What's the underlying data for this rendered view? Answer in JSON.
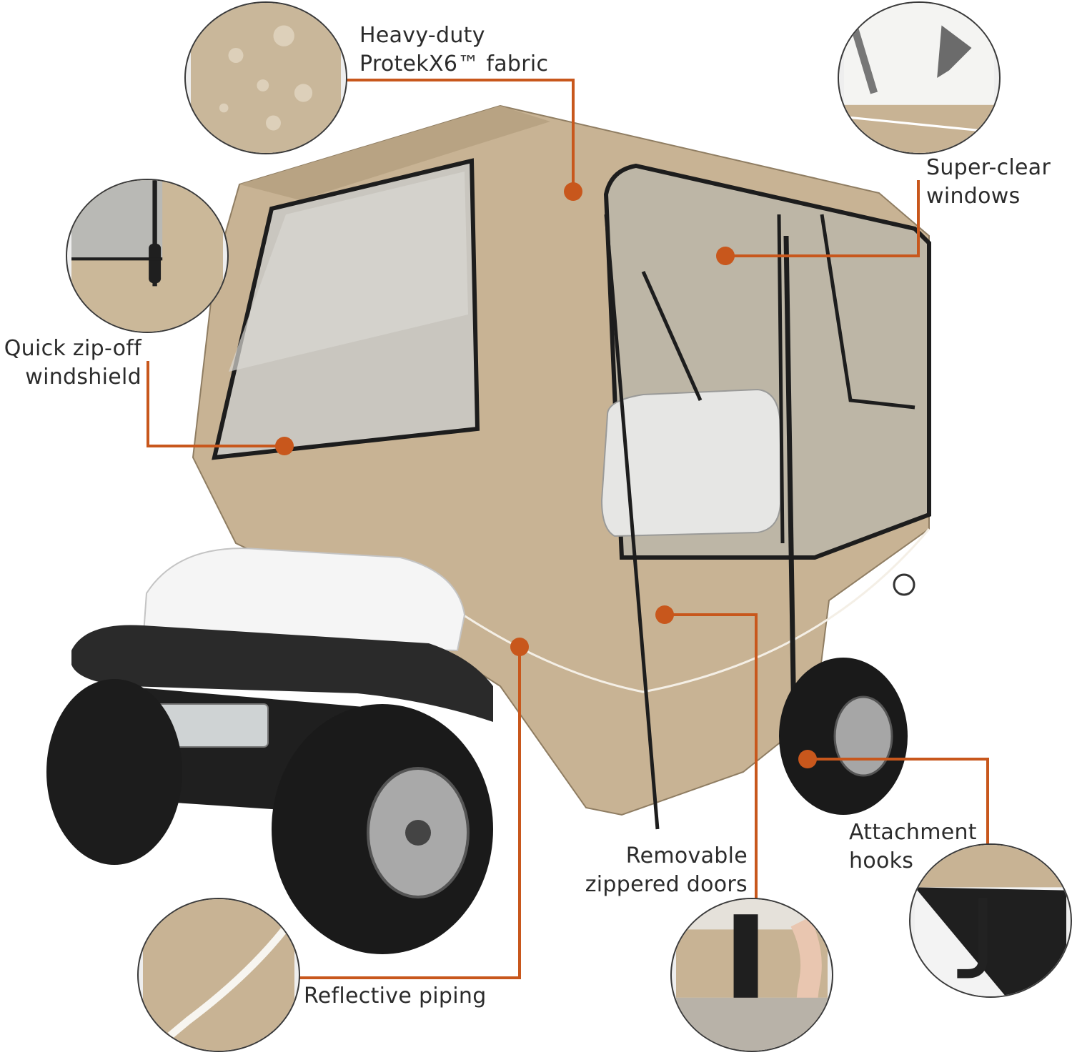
{
  "accent_color": "#C8571C",
  "product": {
    "body_color": "#C8B394",
    "icons": [
      "golf-cart-illustration",
      "fabric-swatch",
      "zipper-detail",
      "window-detail",
      "piping-detail",
      "door-detail",
      "hook-detail"
    ]
  },
  "callouts": [
    {
      "id": "fabric",
      "lines": [
        "Heavy-duty",
        "ProtekX6™ fabric"
      ]
    },
    {
      "id": "windows",
      "lines": [
        "Super-clear",
        "windows"
      ]
    },
    {
      "id": "windshield",
      "lines": [
        "Quick zip-off",
        "windshield"
      ]
    },
    {
      "id": "hooks",
      "lines": [
        "Attachment",
        "hooks"
      ]
    },
    {
      "id": "doors",
      "lines": [
        "Removable",
        "zippered doors"
      ]
    },
    {
      "id": "piping",
      "lines": [
        "Reflective piping"
      ]
    }
  ]
}
